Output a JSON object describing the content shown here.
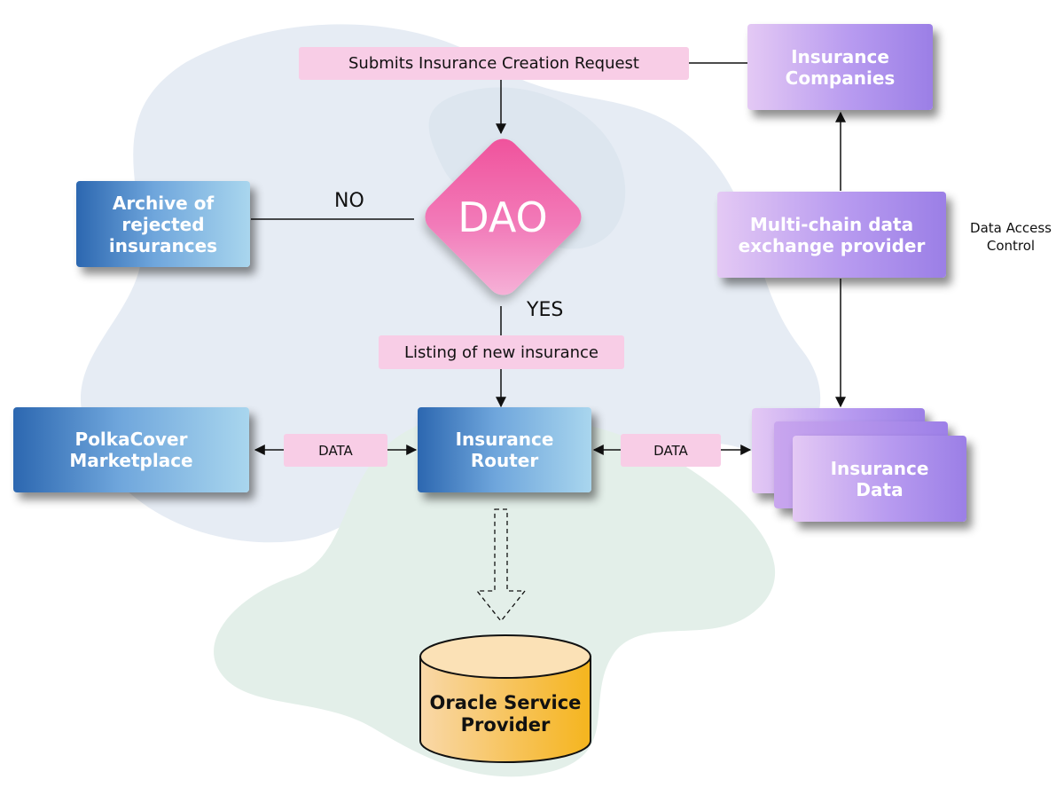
{
  "dao": {
    "label": "DAO"
  },
  "nodes": {
    "insurance_companies": "Insurance\nCompanies",
    "archive_rejected": "Archive of\nrejected\ninsurances",
    "multichain_provider": "Multi-chain data\nexchange provider",
    "polkacover_marketplace": "PolkaCover\nMarketplace",
    "insurance_router": "Insurance\nRouter",
    "insurance_data": "Insurance\nData",
    "oracle_service_provider": "Oracle Service\nProvider"
  },
  "labels": {
    "submits_request": "Submits Insurance Creation Request",
    "listing_new": "Listing of new insurance",
    "data_left": "DATA",
    "data_right": "DATA",
    "no": "NO",
    "yes": "YES",
    "data_access_control": "Data Access\nControl"
  },
  "colors": {
    "blue_start": "#2c67b0",
    "blue_end": "#a9d6ee",
    "purple_start": "#e4c9f4",
    "purple_end": "#9b7fe6",
    "dao_pink": "#f0509a",
    "label_pink": "#f8cde6",
    "oracle_yellow": "#f7b82a"
  }
}
